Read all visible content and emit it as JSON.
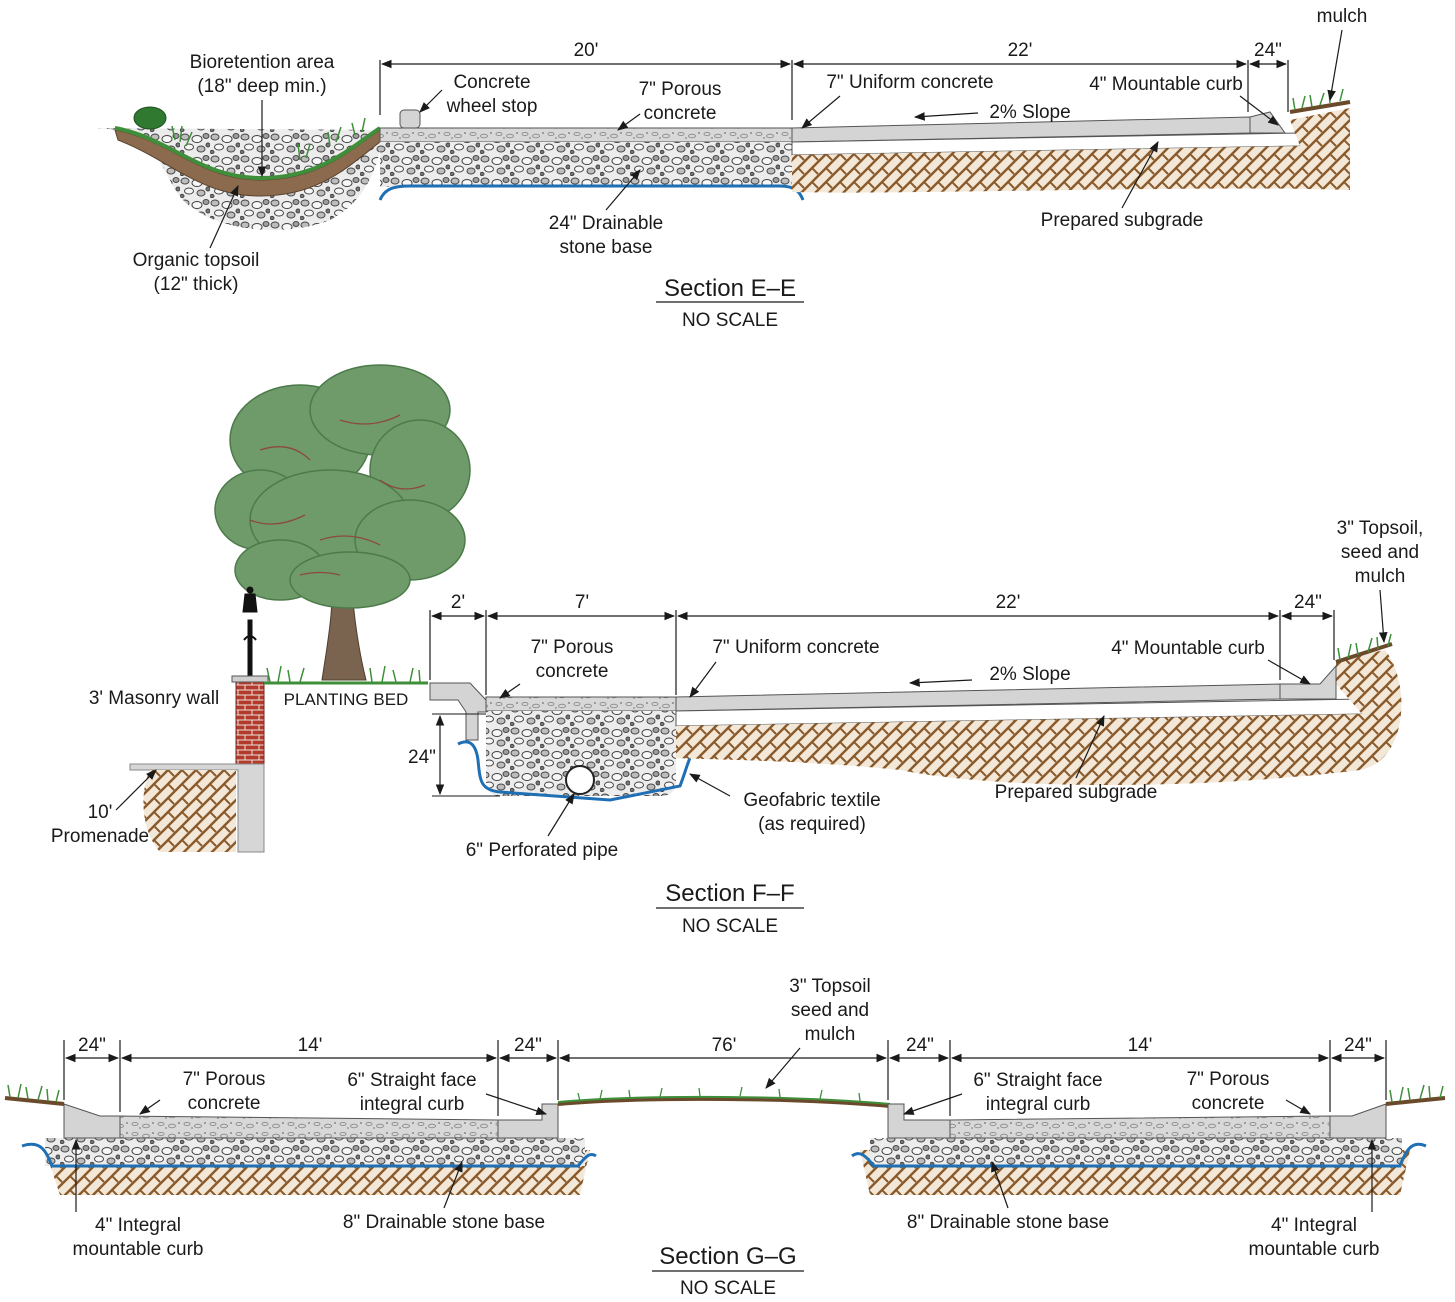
{
  "colors": {
    "soil": "#8a5a2b",
    "soil_bg": "#f3e8d8",
    "stone_fill": "#e9e9e9",
    "stone_stroke": "#555555",
    "concrete": "#d4d4d4",
    "porous": "#dcdcdc",
    "grass": "#3f8f3a",
    "topsoil": "#8b6a4e",
    "geofabric": "#1f6fb5",
    "brick": "#b33a2a",
    "tree_canopy": "#6f9b6a",
    "tree_trunk": "#7a6450",
    "mulch_top": "#6b4a2c"
  },
  "section_e": {
    "title": "Section E–E",
    "subtitle": "NO SCALE",
    "dim_20": "20'",
    "dim_22": "22'",
    "dim_24": "24\"",
    "mulch": "mulch",
    "bioretention_1": "Bioretention area",
    "bioretention_2": "(18\" deep min.)",
    "wheel_stop_1": "Concrete",
    "wheel_stop_2": "wheel stop",
    "porous_1": "7\" Porous",
    "porous_2": "concrete",
    "uniform": "7\" Uniform concrete",
    "curb": "4\" Mountable curb",
    "slope": "2% Slope",
    "stone_1": "24\" Drainable",
    "stone_2": "stone base",
    "subgrade": "Prepared subgrade",
    "topsoil_1": "Organic topsoil",
    "topsoil_2": "(12\" thick)"
  },
  "section_f": {
    "title": "Section F–F",
    "subtitle": "NO SCALE",
    "dim_2": "2'",
    "dim_7": "7'",
    "dim_22": "22'",
    "dim_24": "24\"",
    "dim_24v": "24\"",
    "topsoil_1": "3\" Topsoil,",
    "topsoil_2": "seed and",
    "topsoil_3": "mulch",
    "porous_1": "7\" Porous",
    "porous_2": "concrete",
    "uniform": "7\" Uniform concrete",
    "curb": "4\" Mountable curb",
    "slope": "2% Slope",
    "masonry": "3' Masonry wall",
    "planting": "PLANTING BED",
    "promenade_1": "10'",
    "promenade_2": "Promenade",
    "pipe": "6\" Perforated pipe",
    "geofabric_1": "Geofabric textile",
    "geofabric_2": "(as required)",
    "subgrade": "Prepared subgrade"
  },
  "section_g": {
    "title": "Section G–G",
    "subtitle": "NO SCALE",
    "dim_24a": "24\"",
    "dim_14a": "14'",
    "dim_24b": "24\"",
    "dim_76": "76'",
    "dim_24c": "24\"",
    "dim_14b": "14'",
    "dim_24d": "24\"",
    "topsoil_1": "3\" Topsoil",
    "topsoil_2": "seed and",
    "topsoil_3": "mulch",
    "porous_l1": "7\" Porous",
    "porous_l2": "concrete",
    "curb_l1": "6\" Straight face",
    "curb_l2": "integral curb",
    "curb_r1": "6\" Straight face",
    "curb_r2": "integral curb",
    "porous_r1": "7\" Porous",
    "porous_r2": "concrete",
    "mount_l1": "4\" Integral",
    "mount_l2": "mountable curb",
    "stone_l": "8\" Drainable stone base",
    "stone_r": "8\" Drainable stone base",
    "mount_r1": "4\" Integral",
    "mount_r2": "mountable curb"
  }
}
